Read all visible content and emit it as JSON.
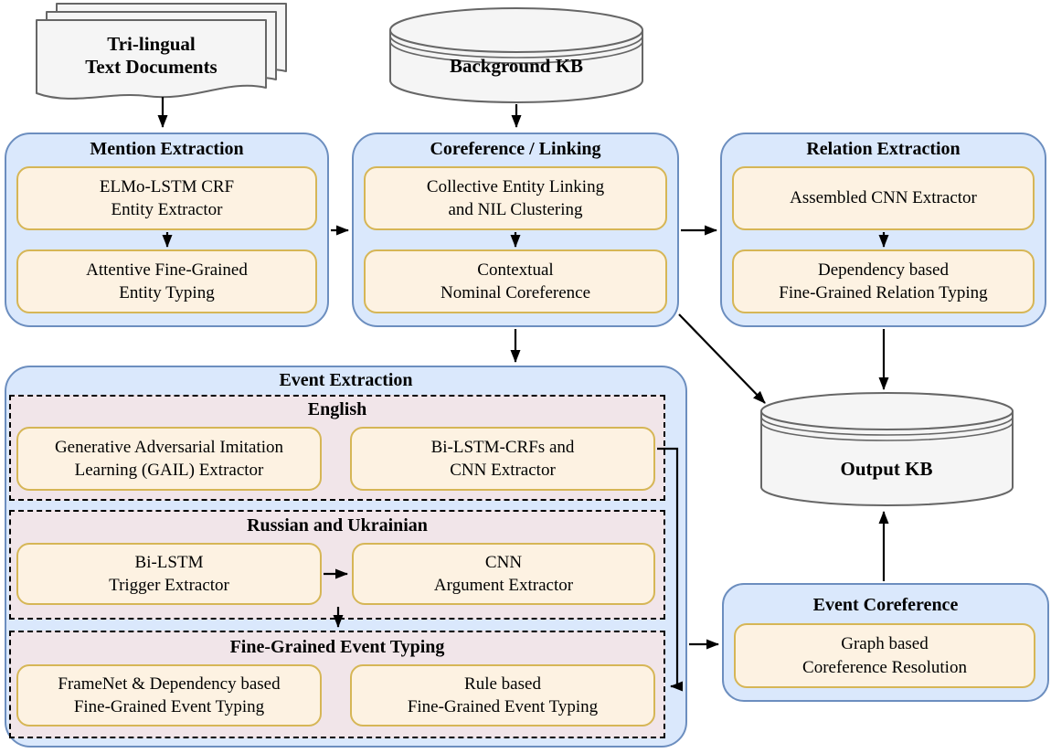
{
  "colors": {
    "blue_fill": "#dae8fc",
    "blue_border": "#6c8ebf",
    "panel_fill": "#fdf2e2",
    "panel_border": "#d6b656",
    "section_fill": "#f1e5e9",
    "section_border": "#000000",
    "db_fill": "#f5f5f5",
    "db_border": "#666666",
    "arrow": "#000000",
    "text": "#000000"
  },
  "nodes": {
    "documents": {
      "label": "Tri-lingual\nText Documents"
    },
    "background_kb": {
      "label": "Background KB"
    },
    "output_kb": {
      "label": "Output KB"
    },
    "mention_extraction": {
      "title": "Mention Extraction",
      "box1": "ELMo-LSTM CRF\nEntity Extractor",
      "box2": "Attentive Fine-Grained\nEntity Typing"
    },
    "coreference_linking": {
      "title": "Coreference / Linking",
      "box1": "Collective Entity Linking\nand NIL Clustering",
      "box2": "Contextual\nNominal Coreference"
    },
    "relation_extraction": {
      "title": "Relation Extraction",
      "box1": "Assembled CNN Extractor",
      "box2": "Dependency based\nFine-Grained Relation Typing"
    },
    "event_extraction": {
      "title": "Event Extraction",
      "english": {
        "title": "English",
        "box1": "Generative Adversarial Imitation\nLearning (GAIL) Extractor",
        "box2": "Bi-LSTM-CRFs and\nCNN Extractor"
      },
      "russian_ukrainian": {
        "title": "Russian and Ukrainian",
        "box1": "Bi-LSTM\nTrigger Extractor",
        "box2": "CNN\nArgument Extractor"
      },
      "fine_grained": {
        "title": "Fine-Grained Event Typing",
        "box1": "FrameNet & Dependency based\nFine-Grained Event Typing",
        "box2": "Rule based\nFine-Grained Event Typing"
      }
    },
    "event_coreference": {
      "title": "Event Coreference",
      "box1": "Graph based\nCoreference Resolution"
    }
  }
}
